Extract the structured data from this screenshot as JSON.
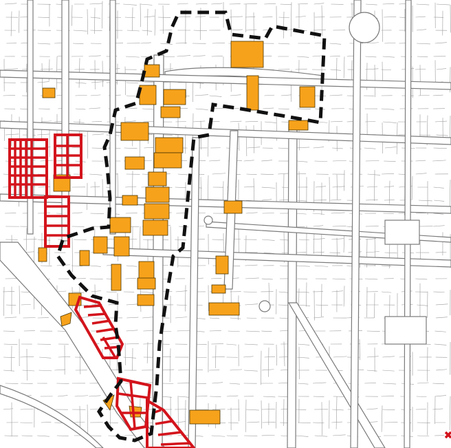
{
  "map": {
    "colors": {
      "background": "#ffffff",
      "road_outline": "#7a7a7a",
      "lot_lines": "#9a9a9a",
      "heritage_fill": "#f7a21b",
      "precinct_boundary": "#111111",
      "red_overlay": "#d3141c"
    },
    "legend": {
      "orange": "heritage-building",
      "black-dashed": "precinct-boundary",
      "red-hatched": "overlay-area"
    },
    "icons": [
      "north-edge-marker"
    ]
  }
}
